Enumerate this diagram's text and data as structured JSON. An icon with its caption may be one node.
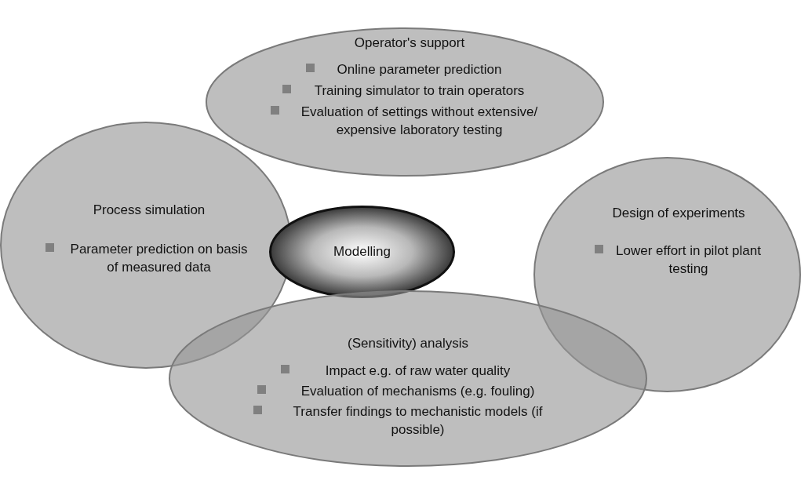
{
  "diagram": {
    "nodes": [
      {
        "text": [
          "Operator's support",
          "Online parameter prediction",
          "Training simulator to train operators",
          "Evaluation of settings without extensive/ expensive laboratory testing"
        ]
      },
      {
        "text": [
          "Process simulation",
          "Parameter prediction on basis of measured data"
        ]
      },
      {
        "text": [
          "Modelling"
        ]
      },
      {
        "text": [
          "Design of experiments",
          "Lower effort in pilot plant testing"
        ]
      },
      {
        "text": [
          "(Sensitivity) analysis",
          "Impact e.g. of raw water quality",
          "Evaluation of mechanisms (e.g. fouling)",
          "Transfer findings to mechanistic models (if possible)"
        ]
      }
    ]
  }
}
